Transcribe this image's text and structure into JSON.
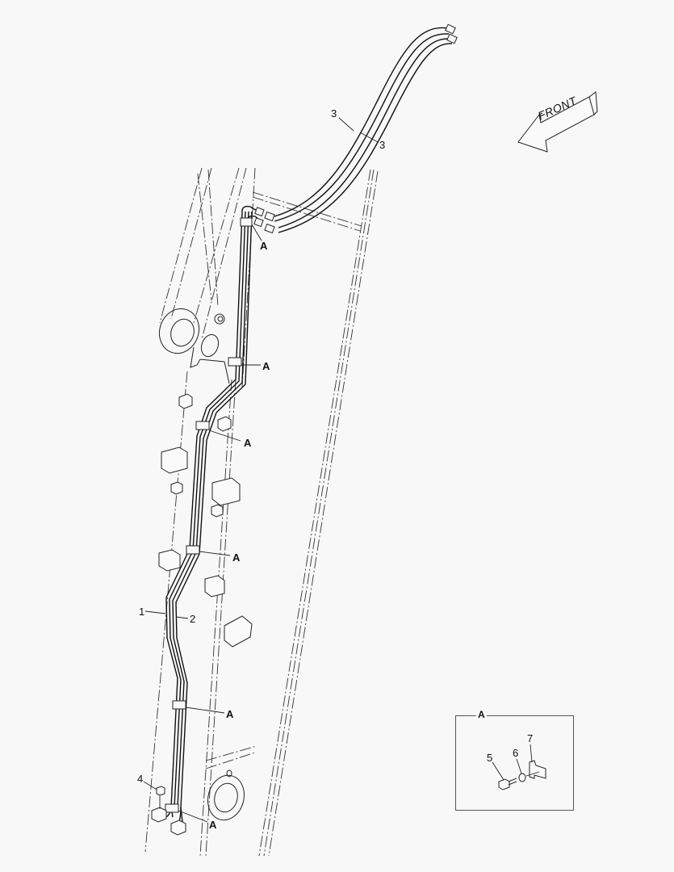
{
  "diagram": {
    "type": "exploded parts diagram",
    "subject": "boom hydraulic piping (lines and hoses) with clamps",
    "background_color": "#f8f8f8",
    "line_color": "#222222"
  },
  "orientation_arrow": {
    "label": "FRONT"
  },
  "callouts": {
    "part_1": "1",
    "part_2": "2",
    "part_3a": "3",
    "part_3b": "3",
    "part_4": "4",
    "clamp_a1": "A",
    "clamp_a2": "A",
    "clamp_a3": "A",
    "clamp_a4": "A",
    "clamp_a5": "A",
    "clamp_a6": "A"
  },
  "detail_view": {
    "title": "A",
    "parts": [
      {
        "number": "5"
      },
      {
        "number": "6"
      },
      {
        "number": "7"
      }
    ]
  }
}
